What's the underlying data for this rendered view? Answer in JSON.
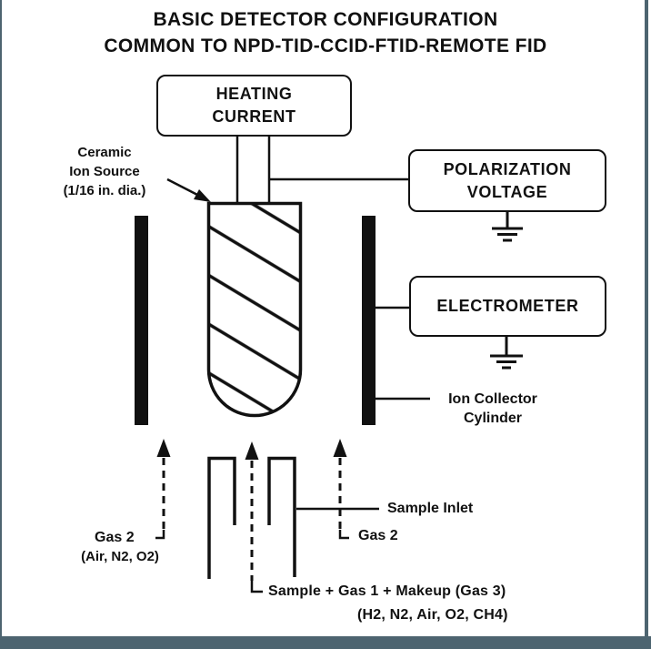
{
  "colors": {
    "frame_border": "#4d6470",
    "ink": "#111111",
    "paper": "#ffffff"
  },
  "title": {
    "line1": "BASIC DETECTOR CONFIGURATION",
    "line2": "COMMON TO NPD-TID-CCID-FTID-REMOTE FID"
  },
  "boxes": {
    "heating": {
      "line1": "HEATING",
      "line2": "CURRENT"
    },
    "polarization": {
      "line1": "POLARIZATION",
      "line2": "VOLTAGE"
    },
    "electrometer": {
      "label": "ELECTROMETER"
    }
  },
  "labels": {
    "ceramic": {
      "line1": "Ceramic",
      "line2": "Ion Source",
      "line3": "(1/16 in. dia.)"
    },
    "ion_collector": {
      "line1": "Ion Collector",
      "line2": "Cylinder"
    },
    "sample_inlet": "Sample Inlet",
    "gas2_left": "Gas 2",
    "gas2_left_gases": "(Air, N2, O2)",
    "gas2_right": "Gas 2",
    "sample_mix": "Sample + Gas 1 + Makeup (Gas 3)",
    "sample_mix_gases": "(H2, N2, Air, O2, CH4)"
  }
}
